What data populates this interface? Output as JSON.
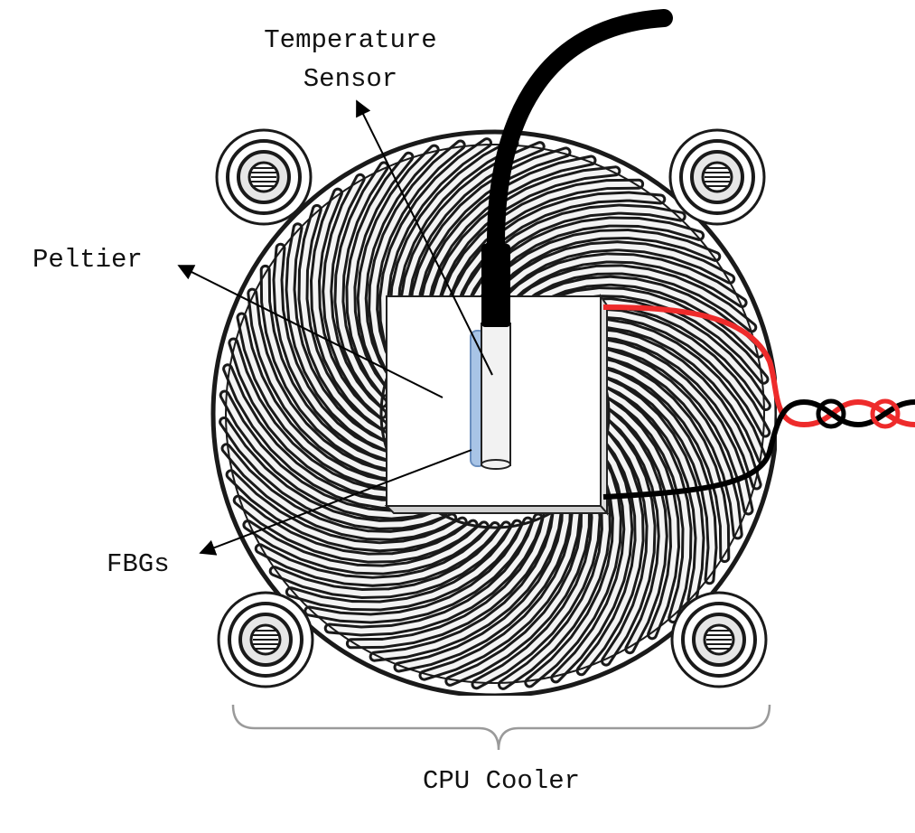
{
  "labels": {
    "temperature_sensor_line1": "Temperature",
    "temperature_sensor_line2": "Sensor",
    "peltier": "Peltier",
    "fbgs": "FBGs",
    "cpu_cooler": "CPU Cooler"
  },
  "colors": {
    "background": "#ffffff",
    "cooler_lines": "#1a1a1a",
    "peltier_face": "#ffffff",
    "peltier_edge": "#bbbbbb",
    "sensor_cable": "#000000",
    "sensor_probe": "#f2f2f2",
    "fbg_fiber": "#a8c4e6",
    "wire_positive": "#ee2b2b",
    "wire_negative": "#000000",
    "brace": "#9a9a9a"
  },
  "icons": {
    "arrow_heads": "filled-triangle-arrowhead",
    "mounting_posts": "screw-post-icon"
  }
}
